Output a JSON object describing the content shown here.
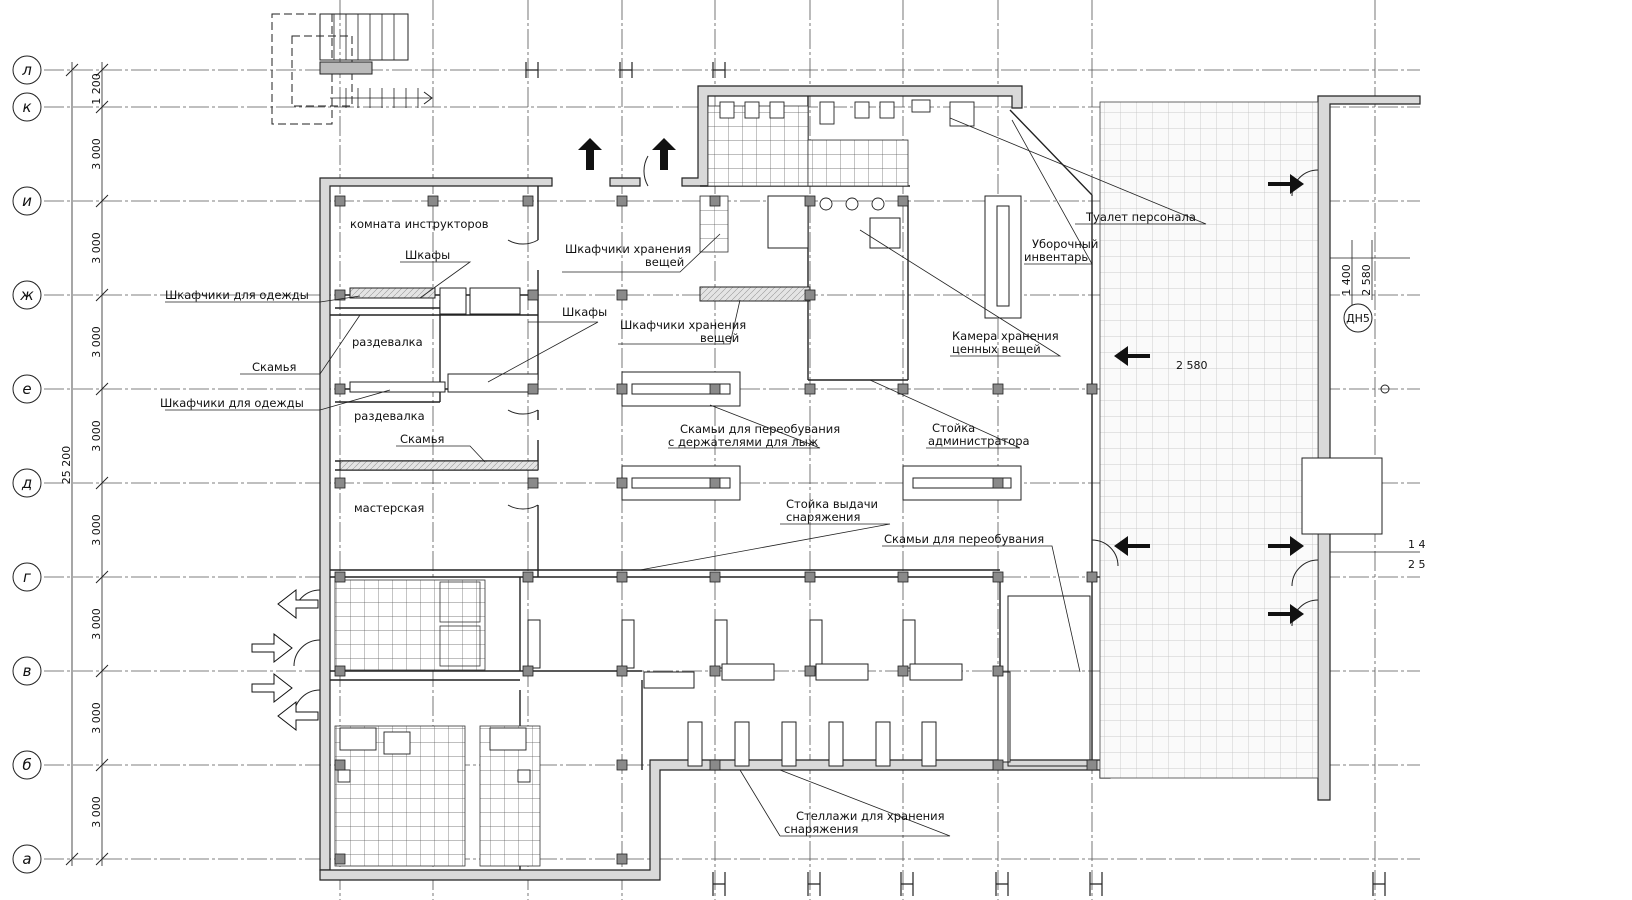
{
  "axes": {
    "rows": [
      "л",
      "к",
      "и",
      "ж",
      "е",
      "д",
      "г",
      "в",
      "б",
      "а"
    ]
  },
  "dimensions": {
    "top": "1 200",
    "spacing": "3 000",
    "total": "25 200",
    "entrance_span": "2 580",
    "side_1400": "1 400",
    "side_2580": "2 580",
    "partial_1": "1 4",
    "partial_2": "2 5"
  },
  "marks": {
    "dn5": "ДН5"
  },
  "rooms": {
    "instructors": "комната инструкторов",
    "changing_1": "раздевалка",
    "changing_2": "раздевалка",
    "workshop": "мастерская"
  },
  "callouts": {
    "cabinets_1": "Шкафы",
    "lockers_1": "Шкафчики для одежды",
    "bench_1": "Скамья",
    "lockers_2": "Шкафчики для одежды",
    "bench_2": "Скамья",
    "cabinets_2": "Шкафы",
    "storage_lockers_1": [
      "Шкафчики хранения",
      "вещей"
    ],
    "storage_lockers_2": [
      "Шкафчики хранения",
      "вещей"
    ],
    "ski_benches": [
      "Скамьи для переобувания",
      "с держателями для лыж"
    ],
    "admin_desk": [
      "Стойка",
      "администратора"
    ],
    "issue_desk": [
      "Стойка выдачи",
      "снаряжения"
    ],
    "change_benches": "Скамьи для переобувания",
    "staff_wc": "Туалет персонала",
    "cleaning": [
      "Уборочный",
      "инвентарь"
    ],
    "valuables": [
      "Камера хранения",
      "ценных вещей"
    ],
    "racks": [
      "Стеллажи для хранения",
      "снаряжения"
    ]
  }
}
